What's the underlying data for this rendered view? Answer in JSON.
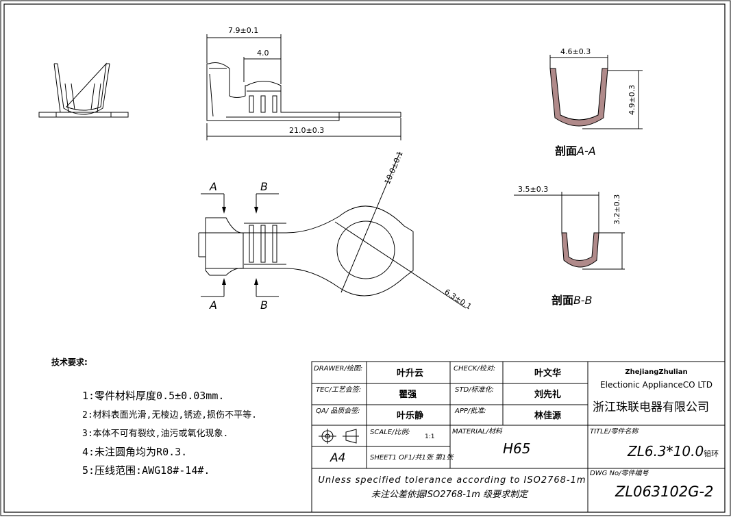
{
  "views": {
    "side": {
      "dim_top": "7.9±0.1",
      "dim_mid": "4.0",
      "dim_bottom": "21.0±0.3"
    },
    "plan": {
      "marker_a": "A",
      "marker_b": "B",
      "dim_diag_top": "10.0±0.1",
      "dim_diag_bottom": "6.3±0.1"
    },
    "section_aa": {
      "width": "4.6±0.3",
      "height": "4.9±0.3",
      "caption_prefix": "剖面",
      "caption_suffix": "A-A"
    },
    "section_bb": {
      "width": "3.5±0.3",
      "height": "3.2±0.3",
      "caption_prefix": "剖面",
      "caption_suffix": "B-B"
    }
  },
  "notes": {
    "heading": "技术要求:",
    "items": [
      "1:零件材料厚度0.5±0.03mm.",
      "2:材料表面光滑,无棱边,锈迹,损伤不平等.",
      "3:本体不可有裂纹,油污或氧化现象.",
      "4:未注圆角均为R0.3.",
      "5:压线范围:AWG18#-14#."
    ]
  },
  "title_block": {
    "drawer_label": "DRAWER/绘图:",
    "drawer_value": "叶升云",
    "check_label": "CHECK/校对:",
    "check_value": "叶文华",
    "tec_label": "TEC/工艺会签:",
    "tec_value": "瞿强",
    "std_label": "STD/标准化:",
    "std_value": "刘先礼",
    "qa_label": "QA/ 品质会签:",
    "qa_value": "叶乐静",
    "app_label": "APP/批准:",
    "app_value": "林佳源",
    "company_en_1": "ZhejiangZhulian",
    "company_en_2": "Electionic ApplianceCO LTD",
    "company_cn": "浙江珠联电器有限公司",
    "scale_label": "SCALE/比例:",
    "scale_value": "1:1",
    "paper_size": "A4",
    "sheet_label": "SHEET1 OF1/共1张 第1张",
    "material_label": "MATERIAL/材料",
    "material_value": "H65",
    "title_label": "TITLE/零件名称",
    "title_value": "ZL6.3*10.0",
    "title_suffix": "铅环",
    "tolerance_en": "Unless specified tolerance according to ISO2768-1m",
    "tolerance_cn": "未注公差依据ISO2768-1m 级要求制定",
    "dwg_label": "DWG No/零件编号",
    "dwg_value": "ZL063102G-2"
  }
}
